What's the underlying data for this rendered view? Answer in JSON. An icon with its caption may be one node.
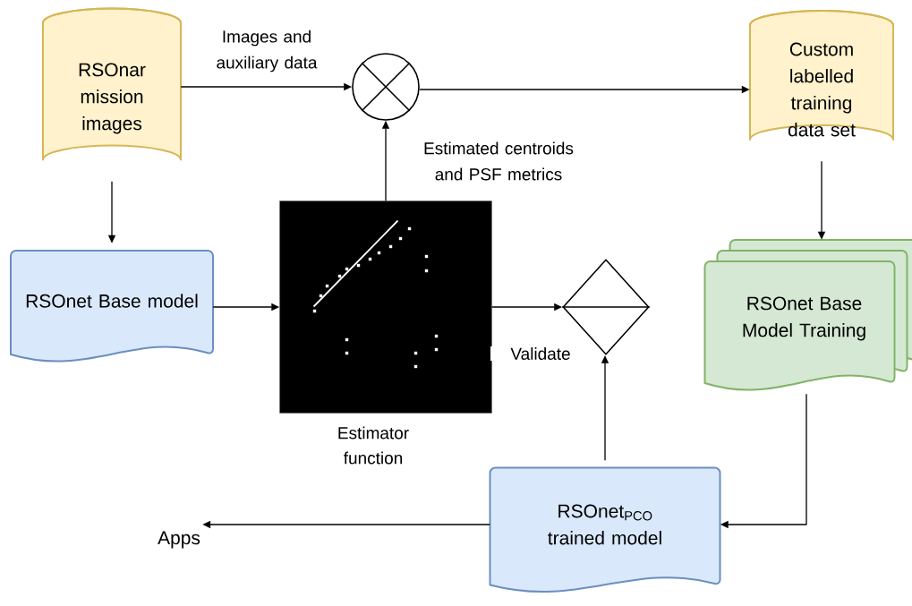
{
  "diagram": {
    "nodes": [
      {
        "text": [
          "RSOnar mission images"
        ]
      },
      {
        "text": [],
        "shape": "circle"
      },
      {
        "text": [
          "Custom labelled training data set"
        ]
      },
      {
        "text": [
          "RSOnet Base model"
        ]
      },
      {
        "text": [],
        "shape": "picture",
        "beside": [
          "Estimator function"
        ]
      },
      {
        "text": [],
        "shape": "diamond"
      },
      {
        "text": [
          "RSOnet Base Model Training"
        ]
      },
      {
        "text": [
          "RSOnet$_{PCO}$ trained model"
        ]
      },
      {
        "text": [
          "Apps"
        ]
      }
    ],
    "edges": [
      {
        "from": 0,
        "to": 1,
        "arrow": "to",
        "label": "Images and auxiliary data"
      },
      {
        "from": 4,
        "to": 1,
        "arrow": "to",
        "label": "Estimated centroids and PSF metrics"
      },
      {
        "from": 1,
        "to": 2,
        "arrow": "to"
      },
      {
        "from": 0,
        "to": 3,
        "arrow": "to"
      },
      {
        "from": 2,
        "to": 6,
        "arrow": "to"
      },
      {
        "from": 3,
        "to": 4,
        "arrow": "to"
      },
      {
        "from": 4,
        "to": 5,
        "arrow": "to"
      },
      {
        "from": 7,
        "to": 5,
        "arrow": "to",
        "label": "Validate"
      },
      {
        "from": 6,
        "to": 7,
        "arrow": "to"
      },
      {
        "from": 7,
        "to": 8,
        "arrow": "to"
      }
    ]
  }
}
